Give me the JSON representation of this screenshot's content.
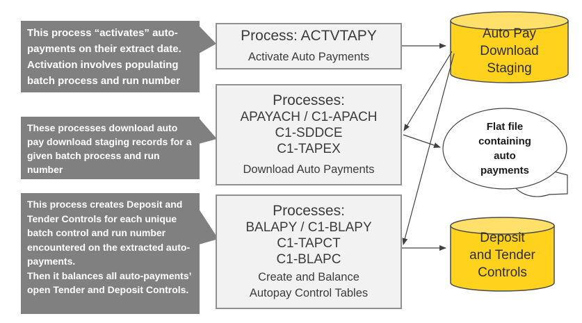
{
  "callouts": [
    {
      "text": "This process “activates” auto-payments on their extract date. Activation involves populating batch process and run number"
    },
    {
      "text": "These processes download auto pay download staging records for a given batch process and run number"
    },
    {
      "text": "This process creates Deposit and Tender Controls for each unique batch control and run number encountered on the extracted auto-payments.\nThen it balances all auto-payments’ open Tender and Deposit Controls."
    }
  ],
  "process_boxes": [
    {
      "title": "Process: ACTVTAPY",
      "subtitle": "Activate Auto Payments"
    },
    {
      "title": "Processes:",
      "lines": [
        "APAYACH / C1-APACH",
        "C1-SDDCE",
        "C1-TAPEX"
      ],
      "subtitle": "Download Auto Payments"
    },
    {
      "title": "Processes:",
      "lines": [
        "BALAPY / C1-BLAPY",
        "C1-TAPCT",
        "C1-BLAPC"
      ],
      "subtitle": "Create and Balance\nAutopay Control Tables"
    }
  ],
  "datastores": [
    {
      "label": "Auto Pay\nDownload\nStaging"
    },
    {
      "label": "Deposit\nand Tender\nControls"
    }
  ],
  "flat_file": {
    "label": "Flat file\ncontaining\nauto\npayments"
  },
  "colors": {
    "datastore_fill": "#FFD21E",
    "datastore_top": "#FFE06B",
    "callout_gray": "#808080",
    "process_box_fill": "#F2F2F2",
    "line_color": "#404040"
  }
}
